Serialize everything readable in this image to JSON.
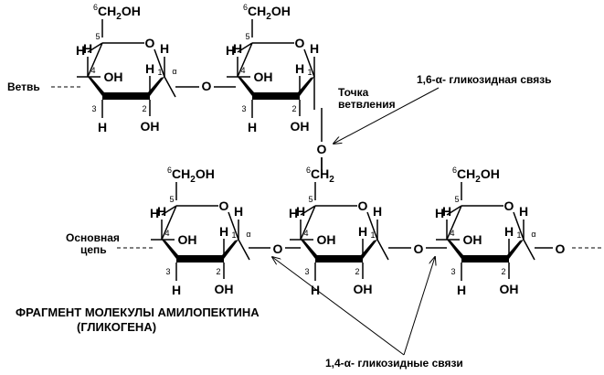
{
  "atoms": {
    "h": "H",
    "oh": "OH",
    "o": "O",
    "ch2oh_sup": "6",
    "ch2oh_text": "CH",
    "ch2oh_sub": "2",
    "ch2oh_end": "OH",
    "ch2_sup": "6",
    "ch2_text": "CH",
    "ch2_sub": "2",
    "alpha": "α",
    "n1": "1",
    "n2": "2",
    "n3": "3",
    "n4": "4",
    "n5": "5"
  },
  "labels": {
    "branch": "Ветвь",
    "branch_point_1": "Точка",
    "branch_point_2": "ветвления",
    "bond_16": "1,6-α- гликозидная связь",
    "main_chain_1": "Основная",
    "main_chain_2": "цепь",
    "bond_14": "1,4-α- гликозидные связи",
    "caption_1": "ФРАГМЕНТ МОЛЕКУЛЫ АМИЛОПЕКТИНА",
    "caption_2": "(ГЛИКОГЕНА)"
  }
}
